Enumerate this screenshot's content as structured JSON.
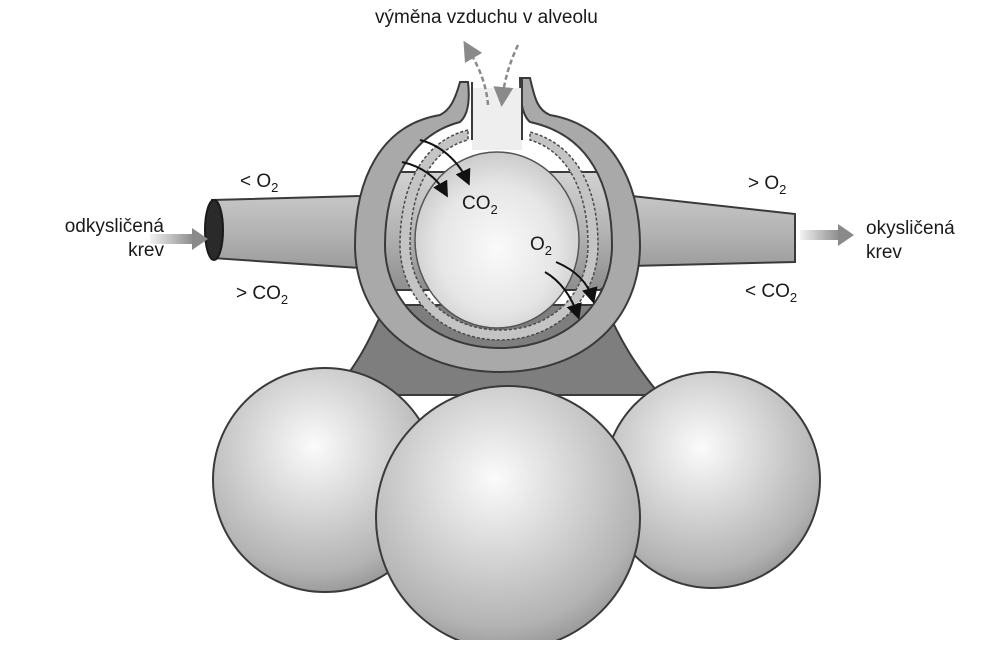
{
  "title": "výměna vzduchu v alveolu",
  "left_label": {
    "line1": "odkysličená",
    "line2": "krev"
  },
  "right_label": {
    "line1": "okysličená",
    "line2": "krev"
  },
  "gas": {
    "o2_base": "O",
    "co2_base": "CO",
    "sub": "2",
    "lt": "<",
    "gt": ">"
  },
  "colors": {
    "outline": "#3a3a3a",
    "vessel": "#b9b9b9",
    "alveolus_light": "#f4f4f4",
    "alveolus_dark": "#a8a8a8",
    "arrow_grey": "#8a8a8a"
  }
}
